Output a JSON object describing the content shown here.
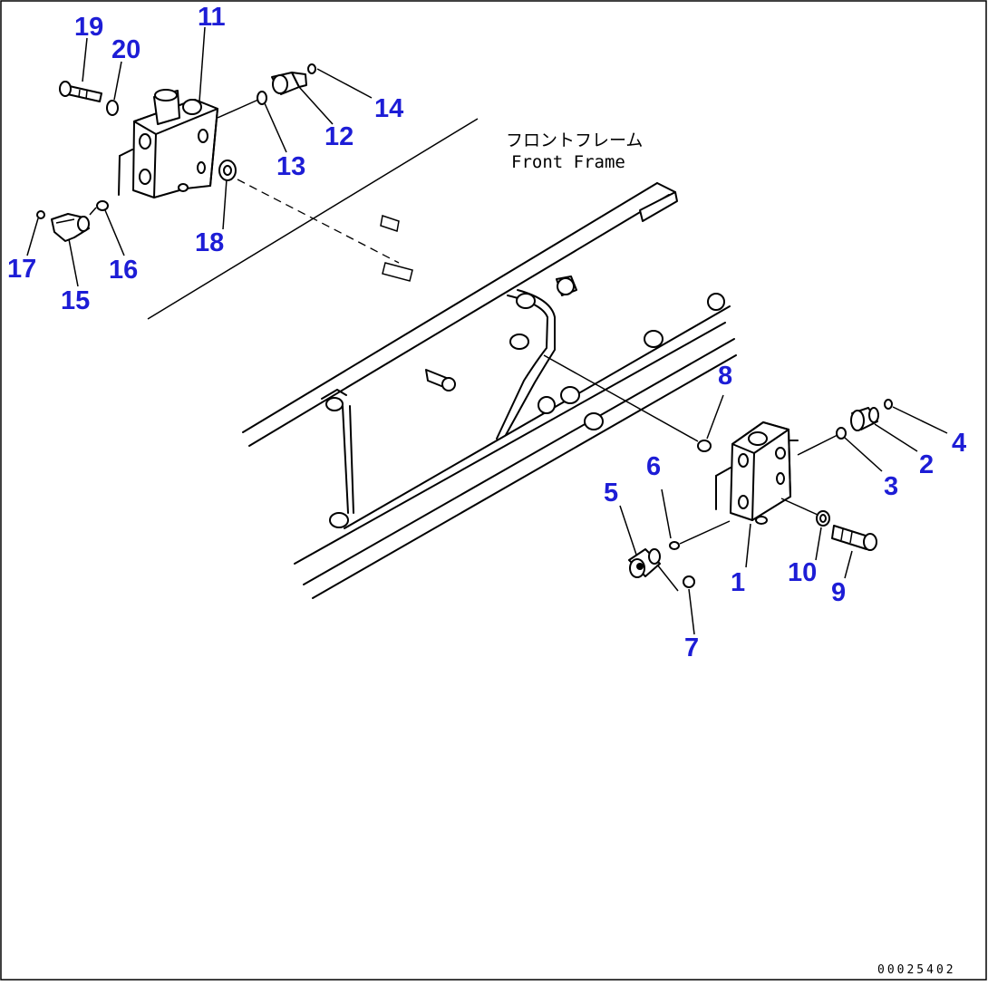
{
  "annotation": {
    "japanese": "フロントフレーム",
    "english": "Front Frame"
  },
  "drawing_code": "00025402",
  "callouts": [
    {
      "key": "c1",
      "number": "1"
    },
    {
      "key": "c2",
      "number": "2"
    },
    {
      "key": "c3",
      "number": "3"
    },
    {
      "key": "c4",
      "number": "4"
    },
    {
      "key": "c5",
      "number": "5"
    },
    {
      "key": "c6",
      "number": "6"
    },
    {
      "key": "c7",
      "number": "7"
    },
    {
      "key": "c8",
      "number": "8"
    },
    {
      "key": "c9",
      "number": "9"
    },
    {
      "key": "c10",
      "number": "10"
    },
    {
      "key": "c11",
      "number": "11"
    },
    {
      "key": "c12",
      "number": "12"
    },
    {
      "key": "c13",
      "number": "13"
    },
    {
      "key": "c14",
      "number": "14"
    },
    {
      "key": "c15",
      "number": "15"
    },
    {
      "key": "c16",
      "number": "16"
    },
    {
      "key": "c17",
      "number": "17"
    },
    {
      "key": "c18",
      "number": "18"
    },
    {
      "key": "c19",
      "number": "19"
    },
    {
      "key": "c20",
      "number": "20"
    }
  ],
  "colors": {
    "callout": "#1d1dd6",
    "line": "#000000",
    "background": "#ffffff"
  }
}
